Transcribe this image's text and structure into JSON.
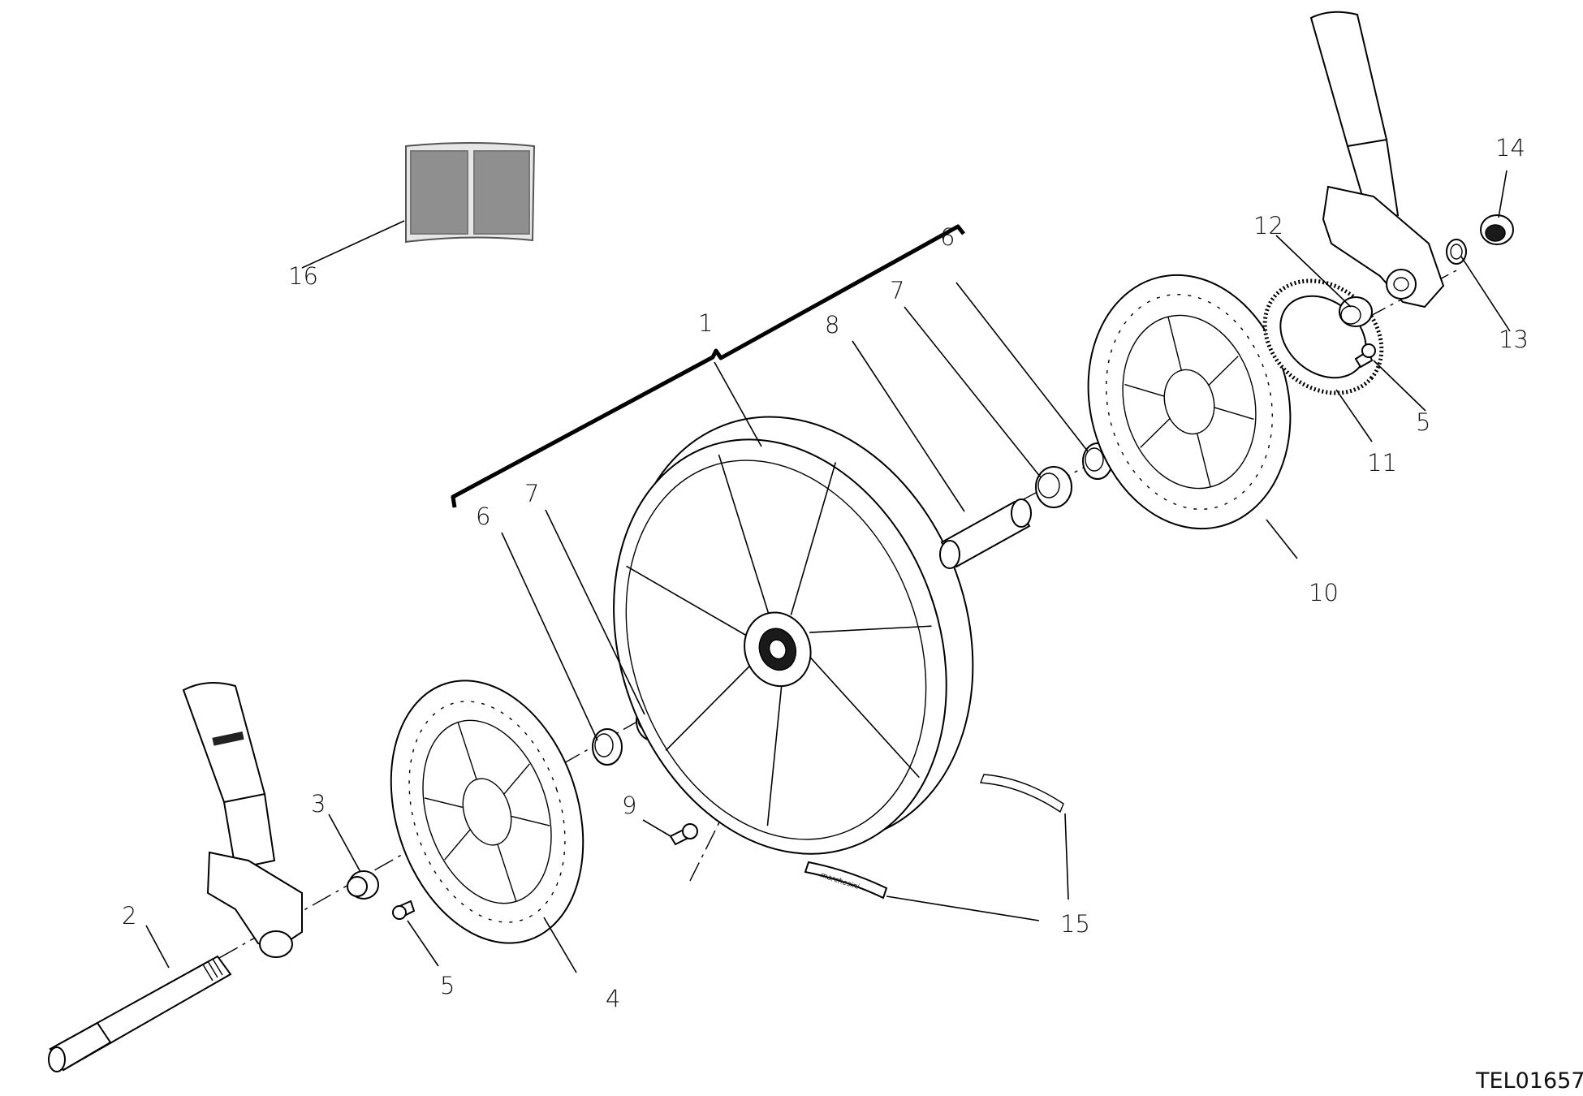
{
  "diagram": {
    "drawing_code": "TEL01657",
    "callouts": [
      "1",
      "2",
      "3",
      "4",
      "5",
      "5",
      "6",
      "6",
      "7",
      "7",
      "8",
      "9",
      "10",
      "11",
      "12",
      "13",
      "14",
      "15",
      "16"
    ],
    "brand_decal_text": "marchesini"
  }
}
